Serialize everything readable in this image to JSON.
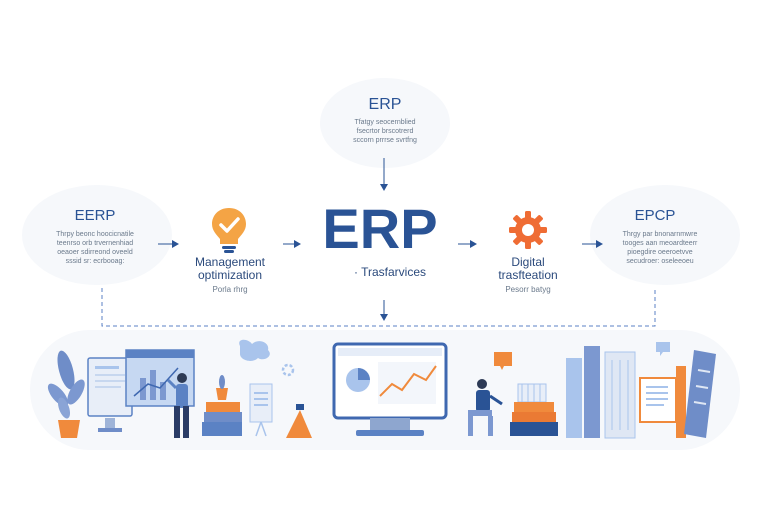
{
  "top_node": {
    "title": "ERP",
    "desc_line1": "Tfatgy seocernblied",
    "desc_line2": "fsecrtor brscotrerd",
    "desc_line3": "sccorn prrrse svrtfng"
  },
  "left_node": {
    "title": "EERP",
    "desc_line1": "Thrpy beonc hoocicnatile",
    "desc_line2": "teenrso orb trvernenhiad",
    "desc_line3": "oeaoer sdirreond oveeld",
    "desc_line4": "sssid sr: ecrbooag:"
  },
  "management_node": {
    "title_line1": "Management",
    "title_line2": "optimization",
    "caption": "Porla rhrg"
  },
  "center_node": {
    "title": "ERP",
    "subtitle": "· Trasfarvices"
  },
  "digital_node": {
    "title_line1": "Digital",
    "title_line2": "trasfteation",
    "caption": "Pesorr batyg"
  },
  "right_node": {
    "title": "EPCP",
    "desc_line1": "Thrgy par bnonarnmwre",
    "desc_line2": "tooges aan meoardteerr",
    "desc_line3": "pioegdire oeeroetvve",
    "desc_line4": "secudroer: oseleeoeu"
  },
  "colors": {
    "primary": "#2a5395",
    "accent_orange": "#f08a3c",
    "light_blue": "#a9c4ec",
    "line": "#5b82c4"
  },
  "icons": [
    "lightbulb-icon",
    "gear-icon",
    "arrow-icon",
    "monitor-icon",
    "plant-icon",
    "books-icon"
  ]
}
